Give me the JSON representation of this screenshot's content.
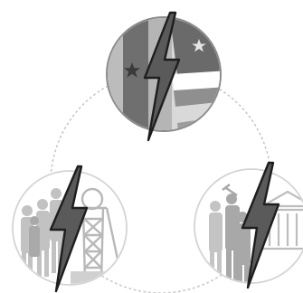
{
  "diagram": {
    "node_count": 3,
    "connector_style": "dotted-circle",
    "nodes": [
      {
        "name": "flag-circle",
        "icon": "flag-with-stars-icon",
        "overlay": "lightning-bolt-icon",
        "emphasis": "high"
      },
      {
        "name": "mine-workers-circle",
        "icon": "mine-headframe-with-workers-icon",
        "overlay": "lightning-bolt-icon",
        "emphasis": "faded"
      },
      {
        "name": "government-building-circle",
        "icon": "government-building-with-workers-icon",
        "overlay": "lightning-bolt-icon",
        "emphasis": "faded"
      }
    ]
  },
  "colors": {
    "background": "#ffffff",
    "dotted_line": "#c8c8c8",
    "bolt_fill": "#5a5a5a",
    "bolt_stroke": "#2b2b2b",
    "flag_dark": "#6e6e6e",
    "flag_mid": "#9a9a9a",
    "flag_light": "#d6d6d6",
    "faded_figure": "#bdbdbd",
    "faded_figure_dark": "#a6a6a6"
  }
}
